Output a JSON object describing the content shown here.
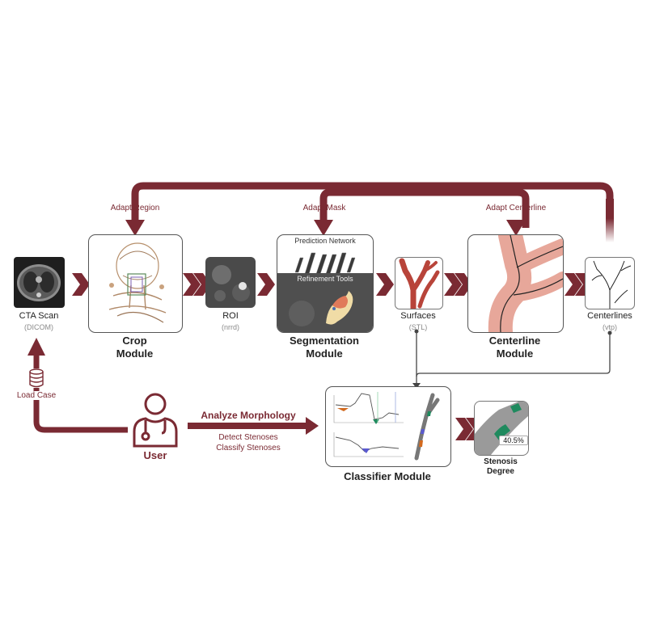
{
  "colors": {
    "accent": "#7a2a33",
    "dark_panel": "#2a2a2a",
    "stenosis_green": "#1f8a5e"
  },
  "adapt_labels": {
    "region": "Adapt Region",
    "mask": "Adapt Mask",
    "centerline": "Adapt Centerline"
  },
  "nodes": {
    "cta": {
      "title": "CTA Scan",
      "format": "(DICOM)"
    },
    "crop": {
      "line1": "Crop",
      "line2": "Module"
    },
    "roi": {
      "title": "ROI",
      "format": "(nrrd)"
    },
    "segmentation": {
      "line1": "Segmentation",
      "line2": "Module",
      "prediction": "Prediction Network",
      "refinement": "Refinement Tools"
    },
    "surfaces": {
      "title": "Surfaces",
      "format": "(STL)"
    },
    "centerline": {
      "line1": "Centerline",
      "line2": "Module"
    },
    "centerlines": {
      "title": "Centerlines",
      "format": "(vtp)"
    },
    "classifier": {
      "title": "Classifier Module"
    },
    "stenosis": {
      "line1": "Stenosis",
      "line2": "Degree",
      "value": "40.5%"
    }
  },
  "user": {
    "label": "User",
    "load_case": "Load Case"
  },
  "analyze": {
    "title": "Analyze Morphology",
    "detect": "Detect Stenoses",
    "classify": "Classify Stenoses"
  }
}
